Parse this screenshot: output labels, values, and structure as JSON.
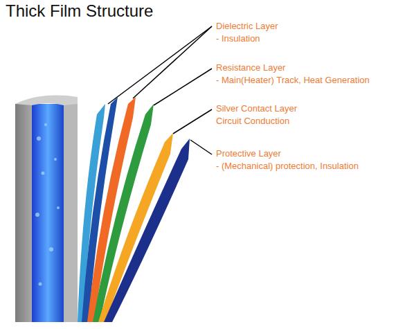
{
  "diagram": {
    "title": "Thick Film Structure",
    "labels": [
      "Dielectric Layer",
      "- Insulation",
      "Resistance Layer",
      "- Main(Heater) Track, Heat Generation",
      "Silver Contact Layer",
      "Circuit Conduction",
      "Protective Layer",
      "- (Mechanical) protection, Insulation"
    ]
  }
}
